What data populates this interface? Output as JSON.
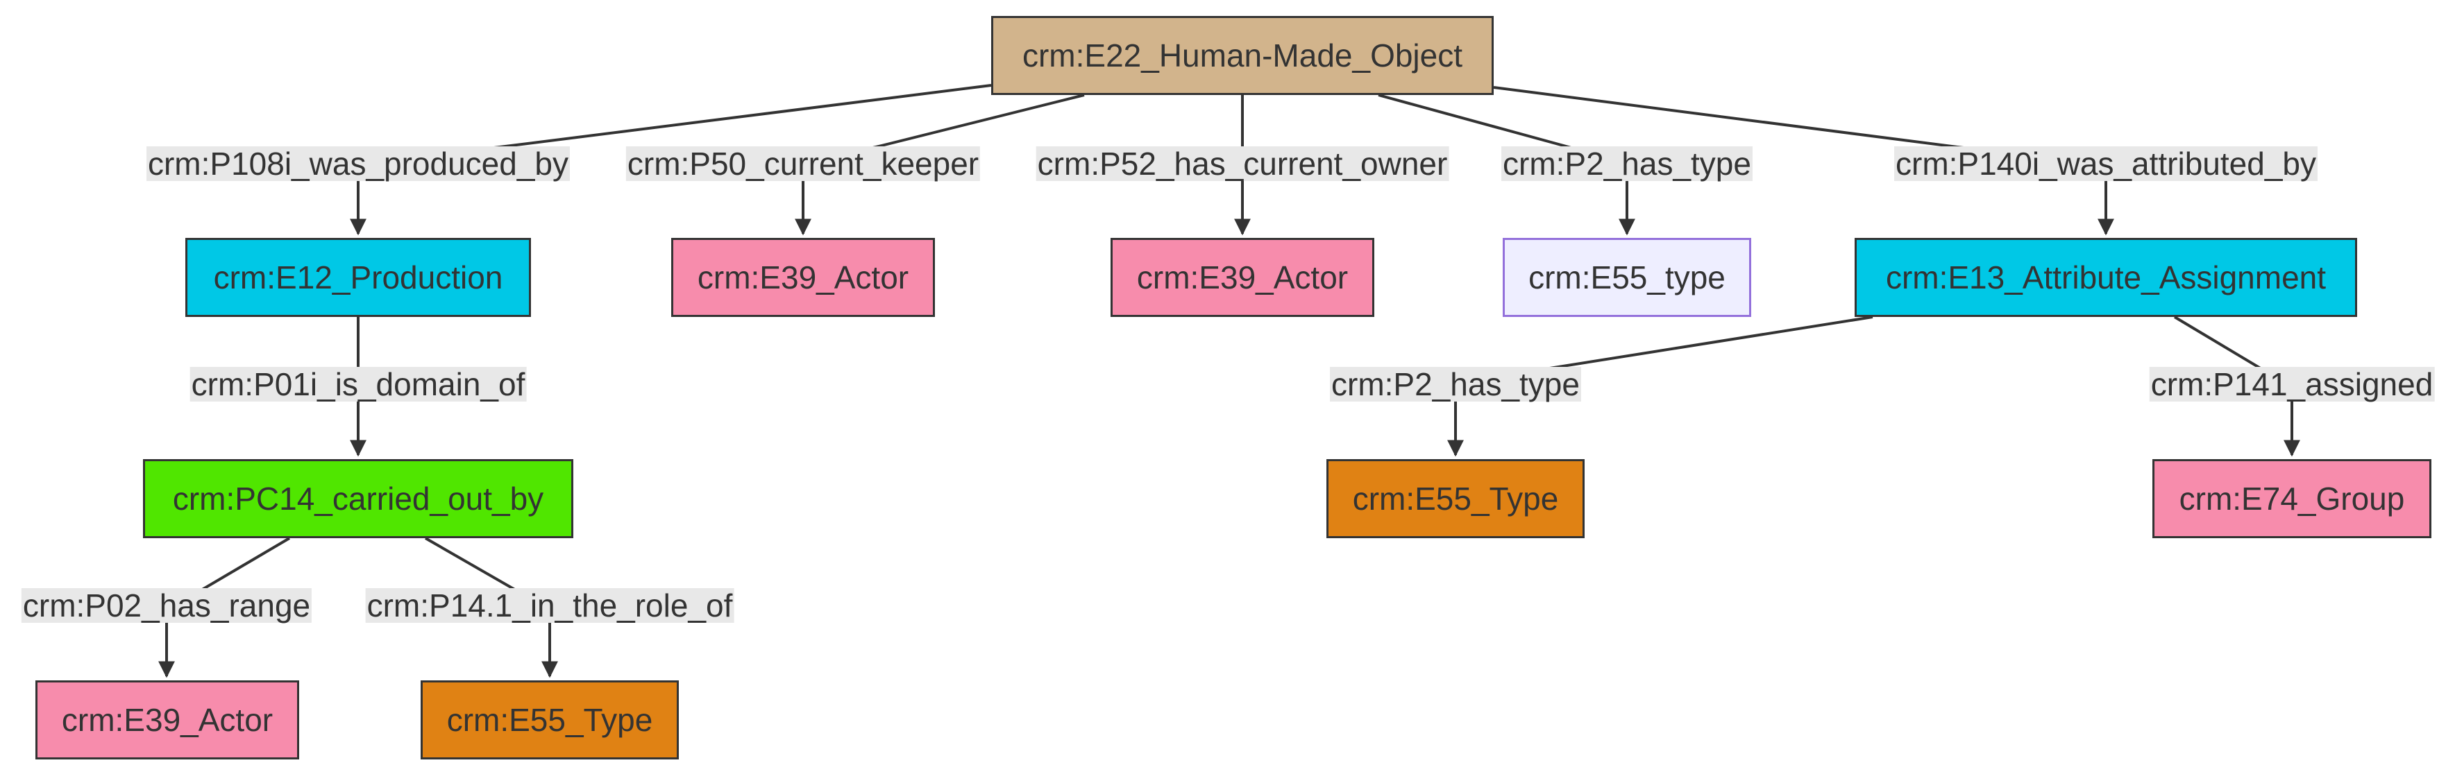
{
  "nodes": {
    "n_e22": {
      "label": "crm:E22_Human-Made_Object",
      "fill": "#d2b48c",
      "border": "#333333"
    },
    "n_e12": {
      "label": "crm:E12_Production",
      "fill": "#00c8e6",
      "border": "#333333"
    },
    "n_e39_keeper": {
      "label": "crm:E39_Actor",
      "fill": "#f78cac",
      "border": "#333333"
    },
    "n_e39_owner": {
      "label": "crm:E39_Actor",
      "fill": "#f78cac",
      "border": "#333333"
    },
    "n_e55_type_lower": {
      "label": "crm:E55_type",
      "fill": "#eeeeff",
      "border": "#9370db"
    },
    "n_e13": {
      "label": "crm:E13_Attribute_Assignment",
      "fill": "#00c8e6",
      "border": "#333333"
    },
    "n_pc14": {
      "label": "crm:PC14_carried_out_by",
      "fill": "#50e600",
      "border": "#333333"
    },
    "n_e55_e13": {
      "label": "crm:E55_Type",
      "fill": "#e08214",
      "border": "#333333"
    },
    "n_e74": {
      "label": "crm:E74_Group",
      "fill": "#f78cac",
      "border": "#333333"
    },
    "n_e39_range": {
      "label": "crm:E39_Actor",
      "fill": "#f78cac",
      "border": "#333333"
    },
    "n_e55_role": {
      "label": "crm:E55_Type",
      "fill": "#e08214",
      "border": "#333333"
    }
  },
  "edges": {
    "e_p108i": {
      "label": "crm:P108i_was_produced_by"
    },
    "e_p50": {
      "label": "crm:P50_current_keeper"
    },
    "e_p52": {
      "label": "crm:P52_has_current_owner"
    },
    "e_p2_e22": {
      "label": "crm:P2_has_type"
    },
    "e_p140i": {
      "label": "crm:P140i_was_attributed_by"
    },
    "e_p01i": {
      "label": "crm:P01i_is_domain_of"
    },
    "e_p2_e13": {
      "label": "crm:P2_has_type"
    },
    "e_p141": {
      "label": "crm:P141_assigned"
    },
    "e_p02": {
      "label": "crm:P02_has_range"
    },
    "e_p14_1": {
      "label": "crm:P14.1_in_the_role_of"
    }
  }
}
